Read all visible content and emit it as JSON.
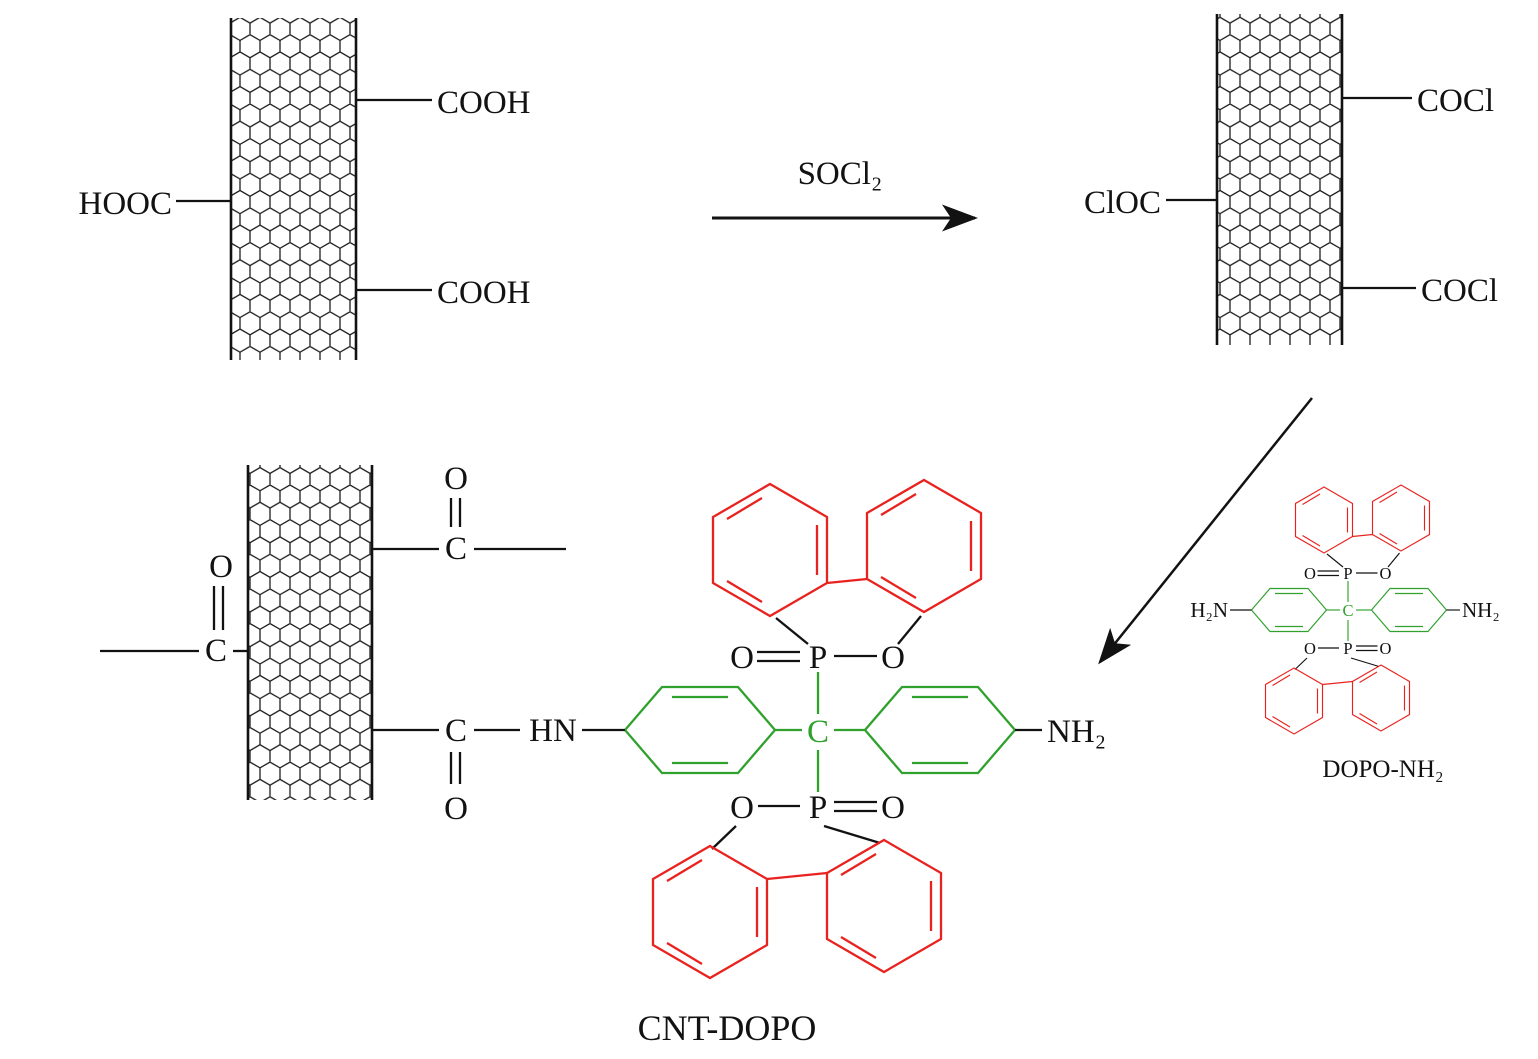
{
  "colors": {
    "red": "#e8231f",
    "green": "#2fa12c",
    "black": "#121212"
  },
  "step1": {
    "left_group": "HOOC",
    "top_group": "COOH",
    "bottom_group": "COOH"
  },
  "reaction": {
    "reagent_label": "SOCl₂"
  },
  "step2": {
    "left_group": "ClOC",
    "top_group": "COCl",
    "bottom_group": "COCl"
  },
  "dopo_core": {
    "top_o_double": "O",
    "top_p": "P",
    "top_o_single": "O",
    "central_c": "C",
    "bottom_o_single": "O",
    "bottom_p": "P",
    "bottom_o_double": "O"
  },
  "product": {
    "top_carbonyl_o": "O",
    "top_carbonyl_c": "C",
    "left_carbonyl_o": "O",
    "left_carbonyl_c": "C",
    "amide_c": "C",
    "amide_o": "O",
    "amide_hn": "HN",
    "right_amine": "NH₂",
    "caption": "CNT-DOPO"
  },
  "reagent2": {
    "left_amine": "H₂N",
    "right_amine": "NH₂",
    "caption": "DOPO-NH₂"
  }
}
